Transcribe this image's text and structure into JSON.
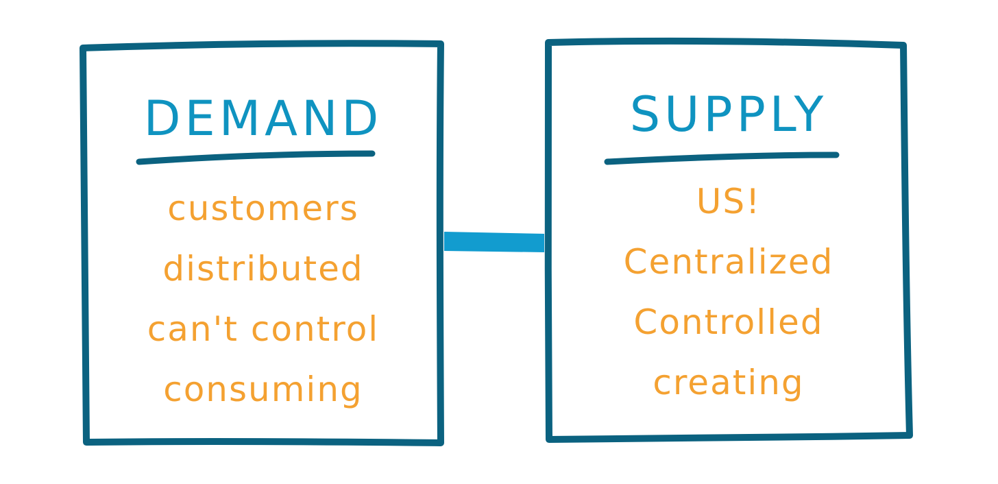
{
  "colors": {
    "frame": "#0b6280",
    "heading": "#0f93c0",
    "rule": "#0b6280",
    "items": "#f4a131",
    "connector": "#129ccf",
    "background": "#ffffff"
  },
  "demand": {
    "title": "DEMAND",
    "items": [
      "customers",
      "distributed",
      "can't control",
      "consuming"
    ]
  },
  "supply": {
    "title": "SUPPLY",
    "items": [
      "US!",
      "Centralized",
      "Controlled",
      "creating"
    ]
  }
}
